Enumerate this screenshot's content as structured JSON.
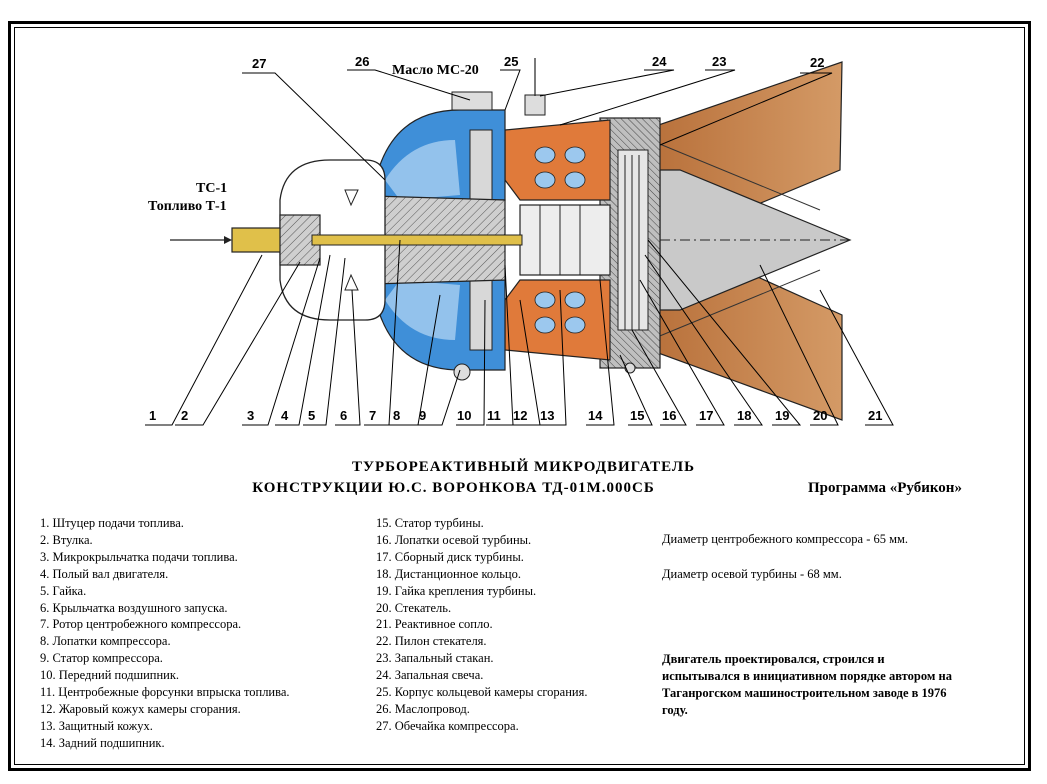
{
  "inputs": {
    "fuel_label_1": "ТС-1",
    "fuel_label_2": "Топливо Т-1",
    "oil_label": "Масло МС-20"
  },
  "callouts_top": [
    "27",
    "26",
    "25",
    "24",
    "23",
    "22"
  ],
  "callouts_bottom": [
    "1",
    "2",
    "3",
    "4",
    "5",
    "6",
    "7",
    "8",
    "9",
    "10",
    "11",
    "12",
    "13",
    "14",
    "15",
    "16",
    "17",
    "18",
    "19",
    "20",
    "21"
  ],
  "title": {
    "line1": "ТУРБОРЕАКТИВНЫЙ   МИКРОДВИГАТЕЛЬ",
    "line2": "КОНСТРУКЦИИ   Ю.С.   ВОРОНКОВА   ТД-01М.000СБ",
    "program": "Программа «Рубикон»"
  },
  "legend_col1": [
    "1. Штуцер подачи топлива.",
    "2. Втулка.",
    "3. Микрокрыльчатка подачи топлива.",
    "4. Полый вал двигателя.",
    "5. Гайка.",
    "6. Крыльчатка воздушного запуска.",
    "7. Ротор центробежного компрессора.",
    "8. Лопатки компрессора.",
    "9. Статор компрессора.",
    "10. Передний подшипник.",
    "11. Центробежные форсунки впрыска топлива.",
    "12. Жаровый кожух камеры сгорания.",
    "13. Защитный кожух.",
    "14. Задний подшипник."
  ],
  "legend_col2": [
    "15. Статор турбины.",
    "16. Лопатки осевой турбины.",
    "17. Сборный диск турбины.",
    "18. Дистанционное кольцо.",
    "19. Гайка крепления турбины.",
    "20. Стекатель.",
    "21. Реактивное сопло.",
    "22. Пилон стекателя.",
    "23. Запальный стакан.",
    "24. Запальная свеча.",
    "25. Корпус кольцевой камеры сгорания.",
    "26. Маслопровод.",
    "27. Обечайка компрессора."
  ],
  "specs": {
    "compressor": "Диаметр центробежного компрессора - 65 мм.",
    "turbine": "Диаметр осевой турбины - 68 мм."
  },
  "note": "Двигатель проектировался, строился и испытывался в инициативном порядке автором на Таганрогском машиностроительном заводе в 1976 году.",
  "colors": {
    "blue": "#3f8fd8",
    "light_blue": "#9cc8ee",
    "orange": "#e07a3a",
    "brown": "#c97e45",
    "gray": "#b8b8b8",
    "yellow": "#e0c04a"
  }
}
